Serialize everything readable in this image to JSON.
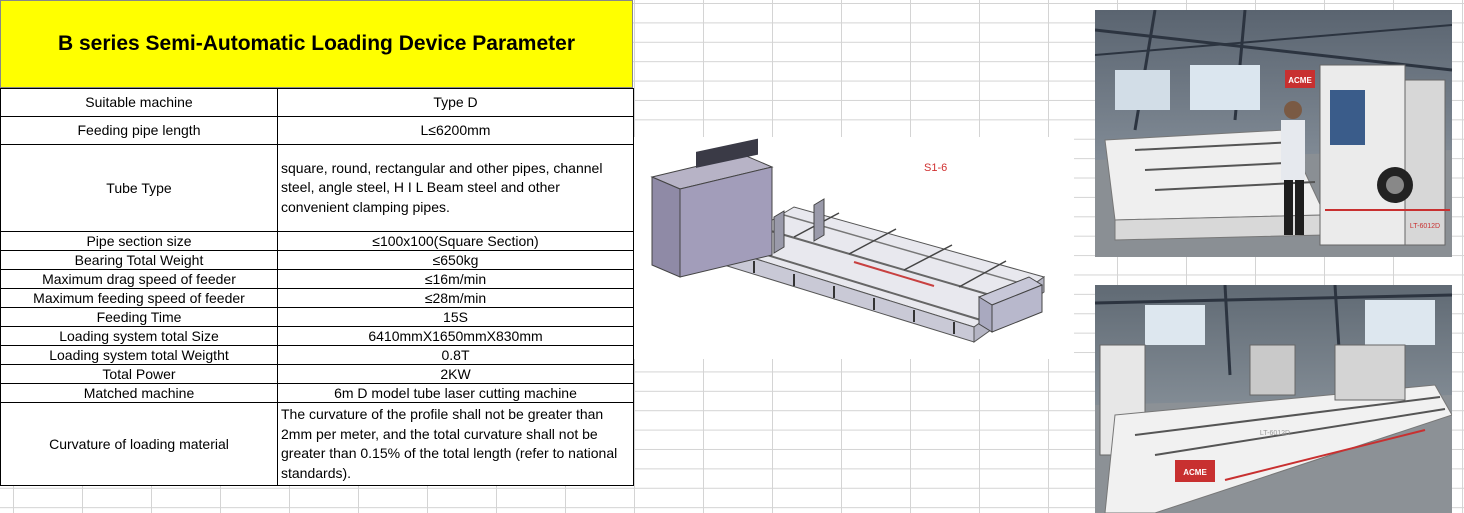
{
  "title": "B series Semi-Automatic Loading Device Parameter",
  "rows": [
    {
      "key": "Suitable machine",
      "value": "Type D"
    },
    {
      "key": "Feeding pipe length",
      "value": "L≤6200mm"
    },
    {
      "key": "Tube Type",
      "value": "square, round, rectangular and other pipes, channel steel, angle steel, H I L Beam steel and other convenient clamping pipes."
    },
    {
      "key": "Pipe section size",
      "value": "≤100x100(Square Section)"
    },
    {
      "key": "Bearing Total Weight",
      "value": "≤650kg"
    },
    {
      "key": "Maximum drag speed of feeder",
      "value": "≤16m/min"
    },
    {
      "key": "Maximum feeding speed of feeder",
      "value": "≤28m/min"
    },
    {
      "key": "Feeding Time",
      "value": "15S"
    },
    {
      "key": "Loading system total Size",
      "value": "6410mmX1650mmX830mm"
    },
    {
      "key": "Loading system total Weigtht",
      "value": "0.8T"
    },
    {
      "key": "Total Power",
      "value": "2KW"
    },
    {
      "key": "Matched machine",
      "value": "6m D model tube laser cutting machine"
    },
    {
      "key": "Curvature of loading material",
      "value": "The curvature of the profile shall not be greater than 2mm per meter, and the total curvature shall not be greater than 0.15% of the total length (refer to national standards)."
    }
  ],
  "drawing": {
    "label": "S1-6"
  },
  "photo_top": {
    "brand": "ACME",
    "side_text": "LT-6012D"
  },
  "photo_bottom": {
    "brand": "ACME",
    "side_text": "LT-6012D"
  }
}
